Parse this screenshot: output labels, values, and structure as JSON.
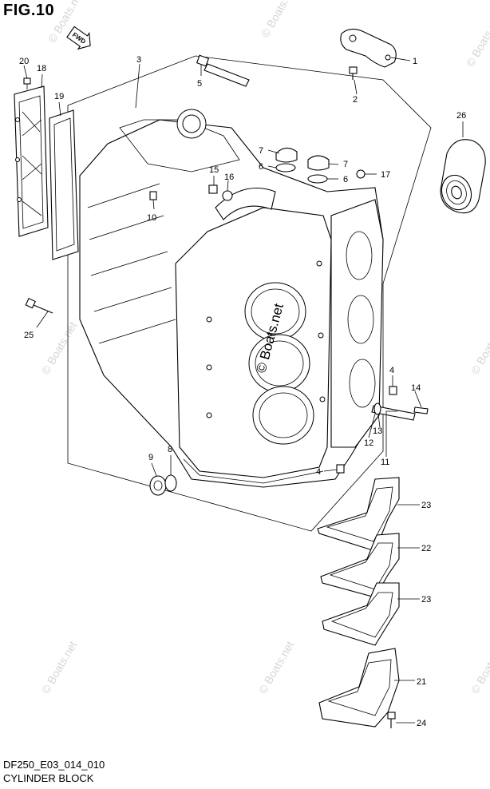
{
  "figure": {
    "title": "FIG.10",
    "code": "DF250_E03_014_010",
    "name": "CYLINDER BLOCK",
    "fwd_label": "FWD"
  },
  "watermark": {
    "text": "© Boats.net"
  },
  "callouts": [
    {
      "id": "c1",
      "label": "1"
    },
    {
      "id": "c2",
      "label": "2"
    },
    {
      "id": "c3",
      "label": "3"
    },
    {
      "id": "c4a",
      "label": "4"
    },
    {
      "id": "c4b",
      "label": "4"
    },
    {
      "id": "c5",
      "label": "5"
    },
    {
      "id": "c6a",
      "label": "6"
    },
    {
      "id": "c6b",
      "label": "6"
    },
    {
      "id": "c7a",
      "label": "7"
    },
    {
      "id": "c7b",
      "label": "7"
    },
    {
      "id": "c8",
      "label": "8"
    },
    {
      "id": "c9",
      "label": "9"
    },
    {
      "id": "c10",
      "label": "10"
    },
    {
      "id": "c11",
      "label": "11"
    },
    {
      "id": "c12",
      "label": "12"
    },
    {
      "id": "c13",
      "label": "13"
    },
    {
      "id": "c14",
      "label": "14"
    },
    {
      "id": "c15",
      "label": "15"
    },
    {
      "id": "c16",
      "label": "16"
    },
    {
      "id": "c17",
      "label": "17"
    },
    {
      "id": "c18",
      "label": "18"
    },
    {
      "id": "c19",
      "label": "19"
    },
    {
      "id": "c20",
      "label": "20"
    },
    {
      "id": "c21",
      "label": "21"
    },
    {
      "id": "c22",
      "label": "22"
    },
    {
      "id": "c23a",
      "label": "23"
    },
    {
      "id": "c23b",
      "label": "23"
    },
    {
      "id": "c24",
      "label": "24"
    },
    {
      "id": "c25",
      "label": "25"
    },
    {
      "id": "c26",
      "label": "26"
    }
  ]
}
